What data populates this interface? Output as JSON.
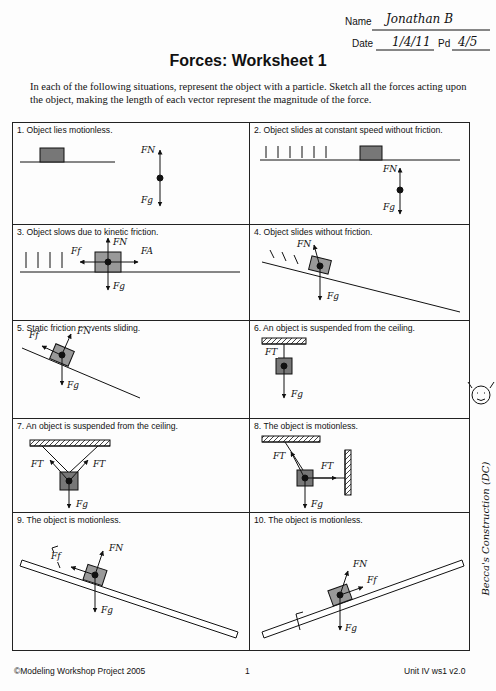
{
  "diagram": {
    "title": "Forces: Worksheet 1",
    "nodes": [
      {
        "text": [
          "1. Object lies motionless."
        ]
      },
      {
        "text": [
          "2. Object slides at constant speed without friction."
        ]
      },
      {
        "text": [
          "3. Object slows due to kinetic friction."
        ]
      },
      {
        "text": [
          "4. Object slides without friction."
        ]
      },
      {
        "text": [
          "5. Static friction prevents sliding."
        ]
      },
      {
        "text": [
          "6. An object is suspended from the ceiling."
        ]
      },
      {
        "text": [
          "7. An object is suspended from the ceiling."
        ]
      },
      {
        "text": [
          "8. The object is motionless."
        ]
      },
      {
        "text": [
          "9. The object is motionless."
        ]
      },
      {
        "text": [
          "10. The object is motionless."
        ]
      }
    ],
    "labels": [
      "Name",
      "Jonathan B",
      "Date",
      "1/4/11",
      "Pd",
      "4/5",
      "In each of the following situations, represent the object with a particle. Sketch all the forces acting upon the object, making the length of each vector represent the magnitude of the force.",
      "FN",
      "Fg",
      "FN",
      "Fg",
      "FN",
      "Ff",
      "FA",
      "Fg",
      "FN",
      "Fg",
      "Ff",
      "FN",
      "Fg",
      "FT",
      "Fg",
      "FT",
      "FT",
      "Fg",
      "FT",
      "FT",
      "Fg",
      "Ff",
      "FN",
      "Fg",
      "FN",
      "Ff",
      "Fg",
      "Becca's Construction (DC)",
      "©Modeling Workshop Project 2005",
      "1",
      "Unit IV ws1 v2.0"
    ]
  }
}
